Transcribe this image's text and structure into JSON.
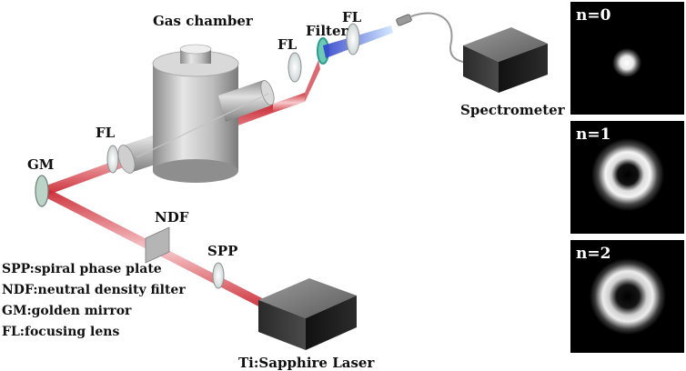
{
  "labels": {
    "gas_chamber": "Gas chamber",
    "fl_top": "FL",
    "fl_right": "FL",
    "fl_left": "FL",
    "filter": "Filter",
    "spectrometer": "Spectrometer",
    "gm": "GM",
    "ndf": "NDF",
    "spp": "SPP",
    "laser": "Ti:Sapphire Laser"
  },
  "legend": [
    "SPP:spiral phase plate",
    "NDF:neutral density filter",
    "GM:golden mirror",
    "FL:focusing lens"
  ],
  "panels": [
    {
      "label": "n=0",
      "mode": 0
    },
    {
      "label": "n=1",
      "mode": 1
    },
    {
      "label": "n=2",
      "mode": 2
    }
  ],
  "colors": {
    "beam_red": "#d9303a",
    "beam_blue": "#3b4fd0",
    "panel_bg": "#000000",
    "filter_ring": "#2a9c8c"
  }
}
